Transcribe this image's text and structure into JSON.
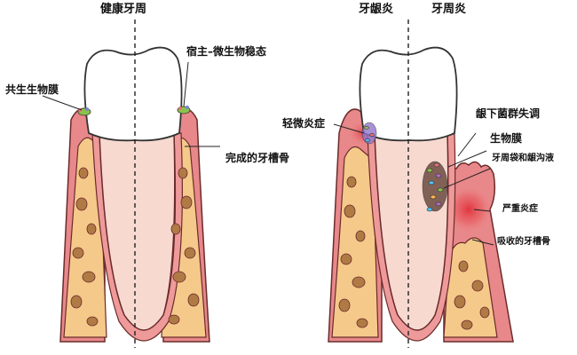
{
  "healthy": {
    "title": "健康牙周",
    "labels": {
      "biofilm": "共生生物膜",
      "homeostasis": "宿主–微生物稳态",
      "bone": "完成的牙槽骨"
    }
  },
  "diseased": {
    "gingivitis_title": "牙龈炎",
    "periodontitis_title": "牙周炎",
    "labels": {
      "mild_inflammation": "轻微炎症",
      "dysbiosis": "龈下菌群失调",
      "biofilm": "生物膜",
      "pocket": "牙周袋和龈沟液",
      "severe_inflammation": "严重炎症",
      "resorbed_bone": "吸收的牙槽骨"
    }
  },
  "colors": {
    "gum": "#e8888a",
    "gum_edge": "#c0392b",
    "bone": "#f5c98a",
    "bone_holes": "#b07a45",
    "root": "#f7d9d0",
    "enamel": "#ffffff",
    "inflamed": "#e0303a"
  }
}
